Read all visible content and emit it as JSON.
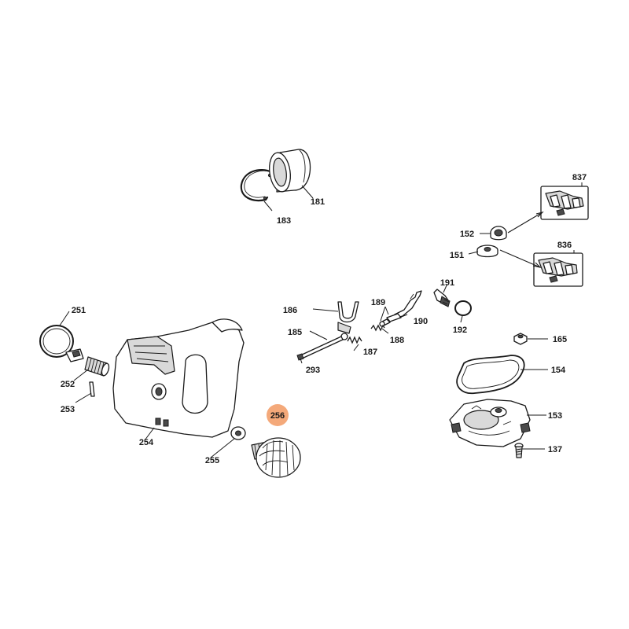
{
  "accent_color": "#f4a97a",
  "callouts": [
    {
      "label": "181"
    },
    {
      "label": "183"
    },
    {
      "label": "837"
    },
    {
      "label": "152"
    },
    {
      "label": "151"
    },
    {
      "label": "836"
    },
    {
      "label": "191"
    },
    {
      "label": "186"
    },
    {
      "label": "189"
    },
    {
      "label": "190"
    },
    {
      "label": "192"
    },
    {
      "label": "185"
    },
    {
      "label": "188"
    },
    {
      "label": "187"
    },
    {
      "label": "293"
    },
    {
      "label": "251"
    },
    {
      "label": "252"
    },
    {
      "label": "253"
    },
    {
      "label": "254"
    },
    {
      "label": "255"
    },
    {
      "label": "256",
      "highlighted": true
    },
    {
      "label": "165"
    },
    {
      "label": "154"
    },
    {
      "label": "153"
    },
    {
      "label": "137"
    }
  ]
}
